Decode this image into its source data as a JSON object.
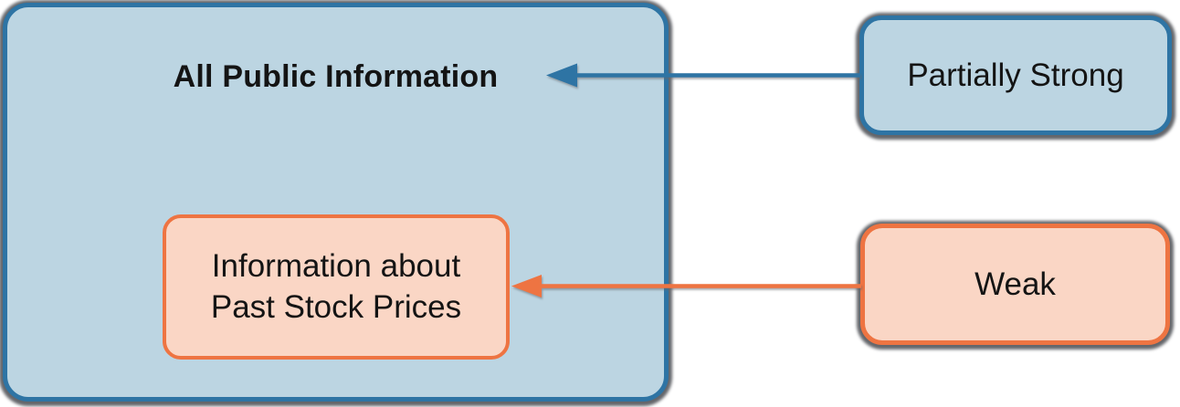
{
  "figure": {
    "main_box": {
      "title": "All Public Information"
    },
    "inner_box": {
      "label": "Information about Past Stock Prices"
    },
    "right_boxes": [
      {
        "id": "partially-strong",
        "label": "Partially Strong",
        "style": "blue",
        "points_to": "All Public Information"
      },
      {
        "id": "weak",
        "label": "Weak",
        "style": "orange",
        "points_to": "Information about Past Stock Prices"
      }
    ]
  },
  "colors": {
    "blue_fill": "#BCD5E2",
    "blue_border": "#2E74A4",
    "peach_fill": "#FAD6C5",
    "orange_border": "#EE7442",
    "shadow": "#64666B",
    "text": "#141414",
    "background": "#FFFFFF"
  }
}
